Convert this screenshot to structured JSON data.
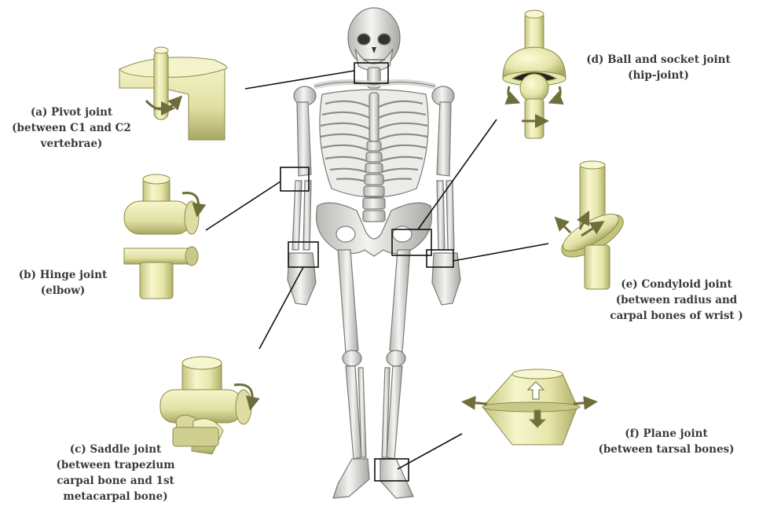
{
  "joints": {
    "pivot": {
      "lines": [
        "(a) Pivot joint",
        "(between C1 and C2",
        "vertebrae)"
      ]
    },
    "hinge": {
      "lines": [
        "(b) Hinge joint",
        "(elbow)"
      ]
    },
    "saddle": {
      "lines": [
        "(c) Saddle joint",
        "(between trapezium",
        "carpal bone and 1st",
        "metacarpal bone)"
      ]
    },
    "ball_socket": {
      "lines": [
        "(d) Ball and socket joint",
        "(hip-joint)"
      ]
    },
    "condyloid": {
      "lines": [
        "(e) Condyloid joint",
        "(between radius and",
        "carpal bones of wrist )"
      ]
    },
    "plane": {
      "lines": [
        "(f) Plane joint",
        "(between tarsal bones)"
      ]
    }
  },
  "colors": {
    "joint_fill": "#eeeeb8",
    "joint_shade": "#c9c98a",
    "joint_dark": "#8a8a4a",
    "arrow": "#6e6e3a",
    "bone": "#e4e4e0",
    "bone_stroke": "#7a7a7a",
    "connector": "#111111",
    "label_text": "#3a3a3a"
  }
}
